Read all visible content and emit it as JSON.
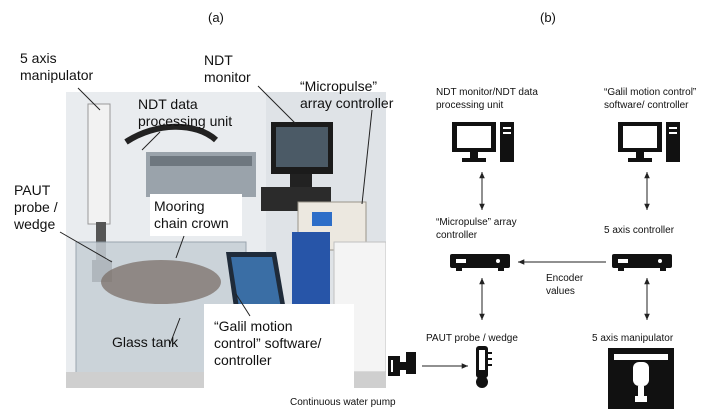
{
  "panels": {
    "a": "(a)",
    "b": "(b)"
  },
  "photo_callouts": {
    "manipulator": [
      "5 axis",
      "manipulator"
    ],
    "ndt_processing": [
      "NDT data",
      "processing unit"
    ],
    "ndt_monitor": [
      "NDT",
      "monitor"
    ],
    "micropulse": [
      "“Micropulse”",
      "array controller"
    ],
    "paut": [
      "PAUT",
      "probe /",
      "wedge"
    ],
    "mooring": [
      "Mooring",
      "chain crown"
    ],
    "glass_tank": "Glass tank",
    "galil": [
      "“Galil motion",
      "control” software/",
      "controller"
    ]
  },
  "schematic": {
    "ndt_monitor_unit": [
      "NDT monitor/NDT data",
      "processing unit"
    ],
    "galil_software": [
      "“Galil motion control”",
      "software/ controller"
    ],
    "micropulse_controller": [
      "“Micropulse” array",
      "controller"
    ],
    "axis_controller": "5 axis controller",
    "encoder_values": [
      "Encoder",
      "values"
    ],
    "paut_probe": "PAUT probe / wedge",
    "axis_manipulator": "5 axis manipulator",
    "water_pump": "Continuous water pump"
  },
  "icons": [
    "computer-icon",
    "computer-icon",
    "controller-box-icon",
    "controller-box-icon",
    "probe-wedge-icon",
    "manipulator-icon",
    "water-pump-icon"
  ]
}
